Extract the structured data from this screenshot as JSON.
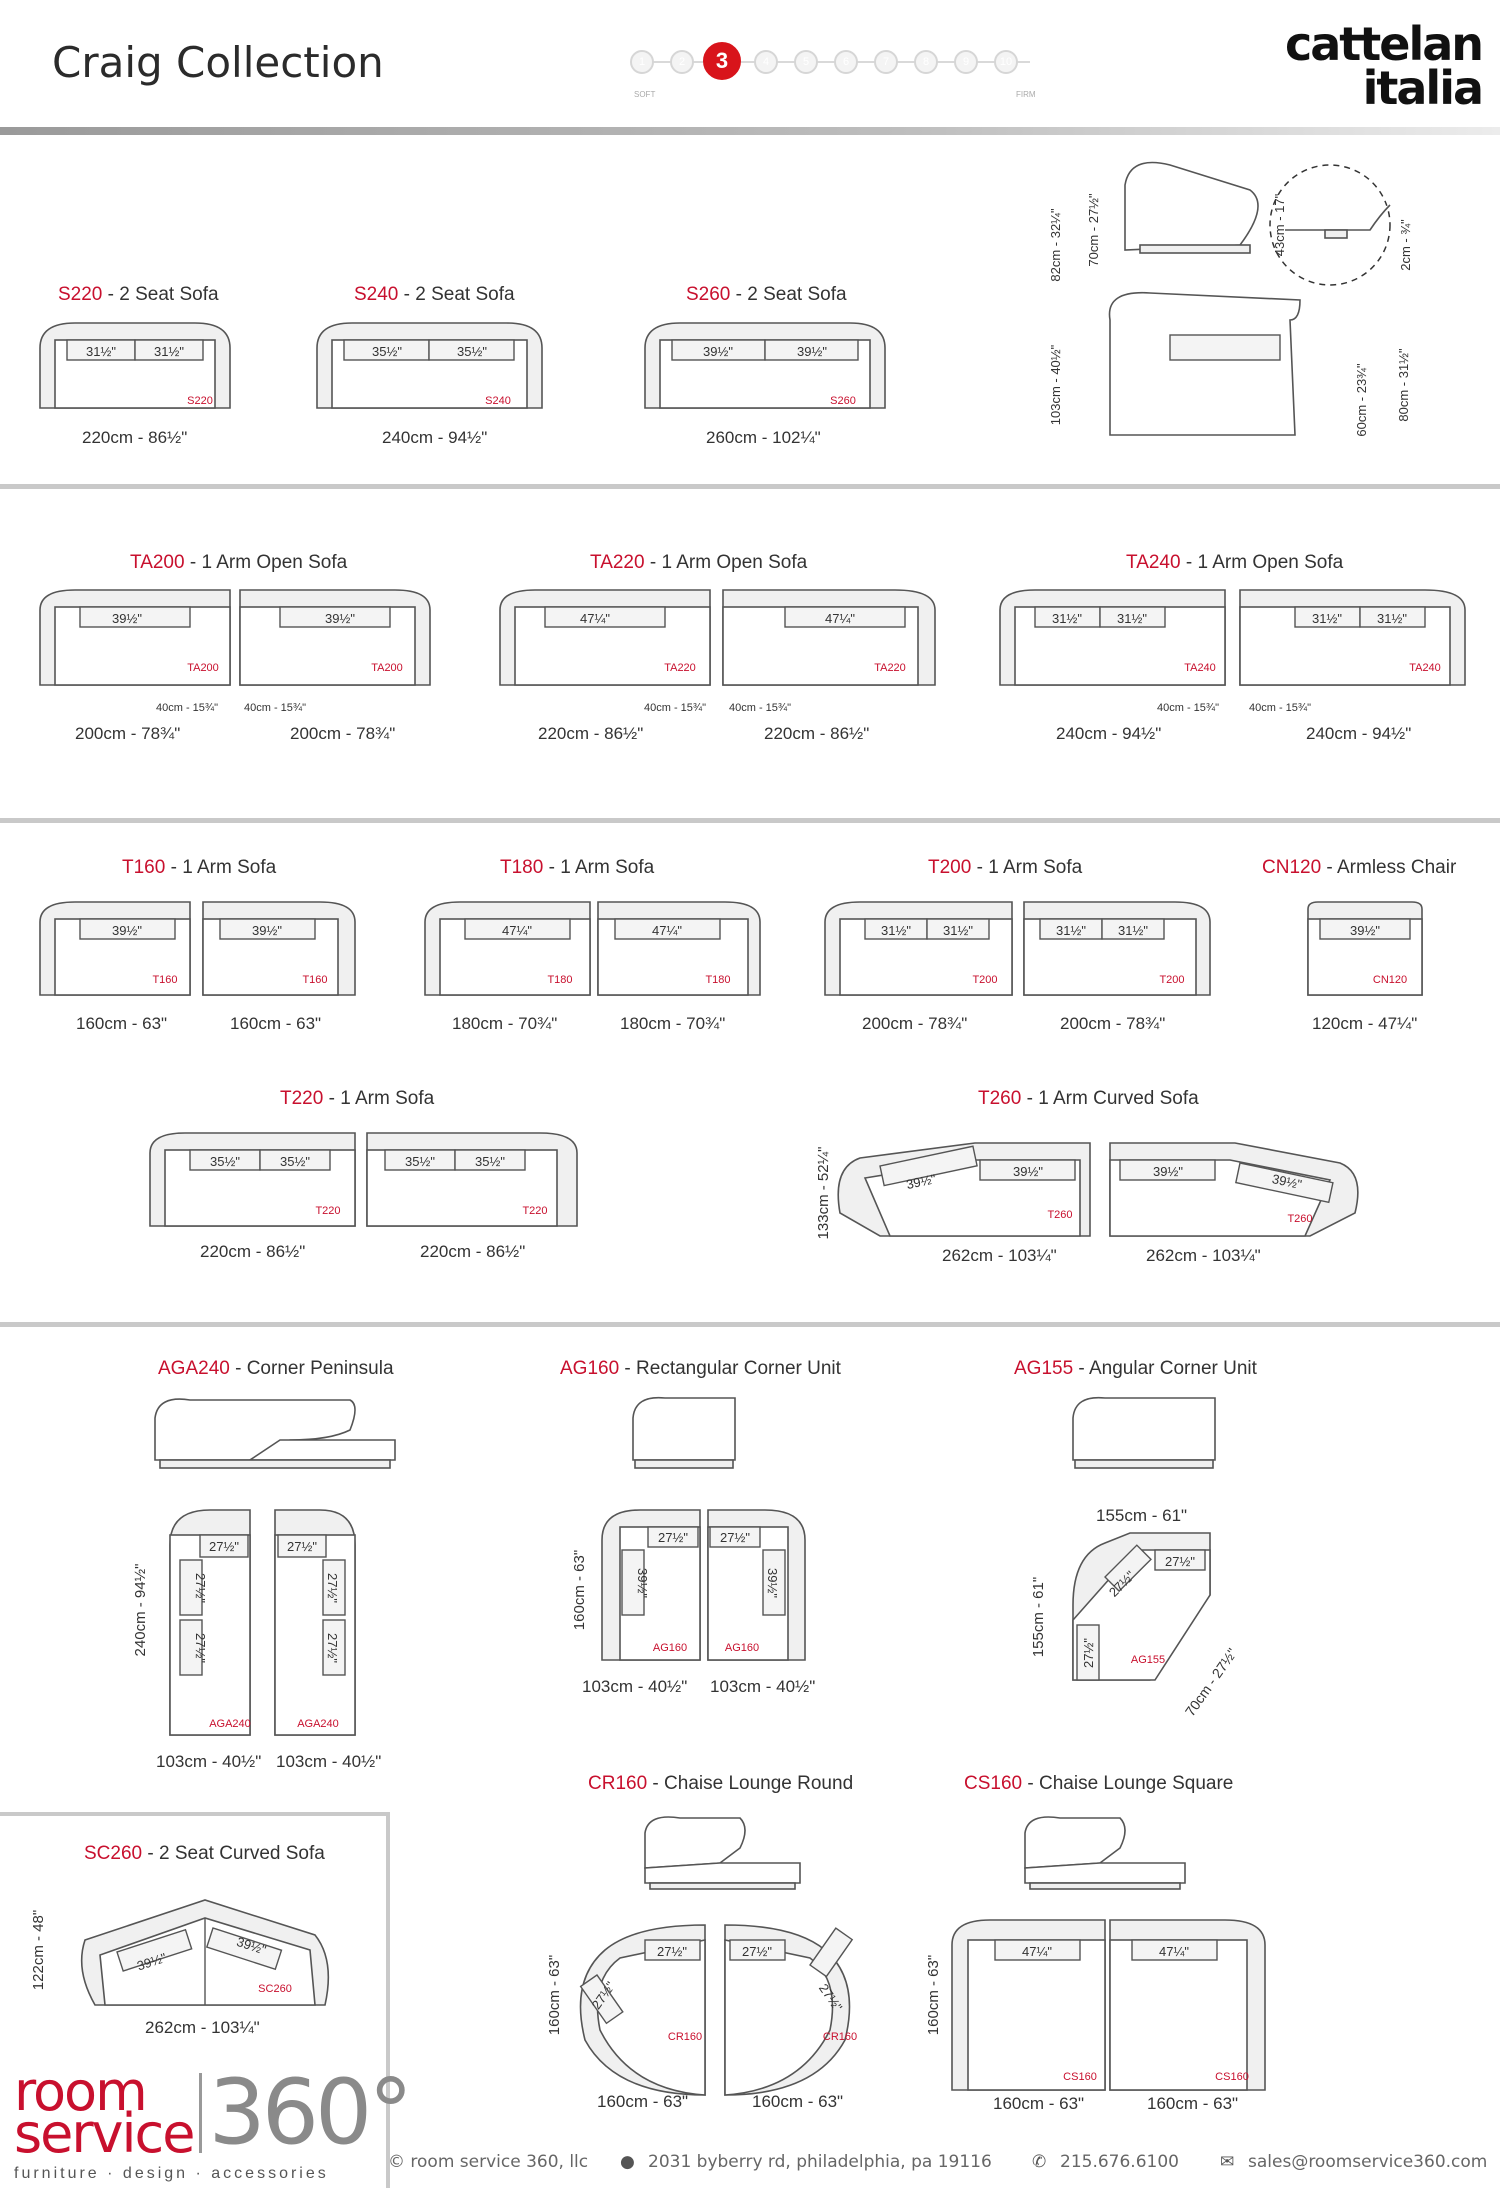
{
  "header": {
    "title": "Craig Collection",
    "brand_line1": "cattelan",
    "brand_line2": "italia",
    "firmness": {
      "levels": [
        "1",
        "2",
        "3",
        "4",
        "5",
        "6",
        "7",
        "8",
        "9",
        "10"
      ],
      "selected": "3",
      "soft_label": "SOFT",
      "firm_label": "FIRM"
    }
  },
  "side_views": {
    "height_total": "82cm - 32¼\"",
    "height_back": "70cm - 27½\"",
    "seat_height": "43cm - 17\"",
    "foot": "2cm - ¾\"",
    "depth": "103cm - 40½\"",
    "seat_depth": "60cm - 23¾\"",
    "depth2": "80cm - 31½\""
  },
  "sections": {
    "two_seat": [
      {
        "code": "S220",
        "name": " - 2 Seat Sofa",
        "cushions": [
          "31½\"",
          "31½\""
        ],
        "dim": "220cm - 86½\""
      },
      {
        "code": "S240",
        "name": " - 2 Seat Sofa",
        "cushions": [
          "35½\"",
          "35½\""
        ],
        "dim": "240cm - 94½\""
      },
      {
        "code": "S260",
        "name": " - 2 Seat Sofa",
        "cushions": [
          "39½\"",
          "39½\""
        ],
        "dim": "260cm - 102¼\""
      }
    ],
    "open_sofa": [
      {
        "code": "TA200",
        "name": " - 1 Arm Open Sofa",
        "cushions": [
          "39½\""
        ],
        "dim": "200cm - 78¾\"",
        "overhang": "40cm - 15¾\""
      },
      {
        "code": "TA220",
        "name": " - 1 Arm Open Sofa",
        "cushions": [
          "47¼\""
        ],
        "dim": "220cm - 86½\"",
        "overhang": "40cm - 15¾\""
      },
      {
        "code": "TA240",
        "name": " - 1 Arm Open Sofa",
        "cushions": [
          "31½\"",
          "31½\""
        ],
        "dim": "240cm - 94½\"",
        "overhang": "40cm - 15¾\""
      }
    ],
    "arm_sofa": [
      {
        "code": "T160",
        "name": " - 1 Arm Sofa",
        "cushions": [
          "39½\""
        ],
        "dim": "160cm - 63\""
      },
      {
        "code": "T180",
        "name": " - 1 Arm Sofa",
        "cushions": [
          "47¼\""
        ],
        "dim": "180cm - 70¾\""
      },
      {
        "code": "T200",
        "name": " - 1 Arm Sofa",
        "cushions": [
          "31½\"",
          "31½\""
        ],
        "dim": "200cm - 78¾\""
      },
      {
        "code": "CN120",
        "name": " - Armless Chair",
        "cushions": [
          "39½\""
        ],
        "dim": "120cm - 47¼\""
      },
      {
        "code": "T220",
        "name": " - 1 Arm Sofa",
        "cushions": [
          "35½\"",
          "35½\""
        ],
        "dim": "220cm - 86½\""
      },
      {
        "code": "T260",
        "name": " - 1 Arm Curved Sofa",
        "cushions": [
          "39½\"",
          "39½\""
        ],
        "dim": "262cm - 103¼\"",
        "height": "133cm - 52¼\""
      }
    ],
    "corner": [
      {
        "code": "AGA240",
        "name": " - Corner Peninsula",
        "cushion": "27½\"",
        "height": "240cm - 94½\"",
        "dim": "103cm - 40½\""
      },
      {
        "code": "AG160",
        "name": " - Rectangular Corner Unit",
        "cushion": "27½\"",
        "side_cushion": "39½\"",
        "height": "160cm - 63\"",
        "dim": "103cm - 40½\""
      },
      {
        "code": "AG155",
        "name": " - Angular Corner Unit",
        "cushion": "27½\"",
        "width": "155cm - 61\"",
        "height": "155cm - 61\"",
        "diag": "70cm - 27½\""
      },
      {
        "code": "SC260",
        "name": " - 2 Seat Curved Sofa",
        "cushion": "39½\"",
        "height": "122cm - 48\"",
        "dim": "262cm - 103¼\""
      },
      {
        "code": "CR160",
        "name": " - Chaise Lounge Round",
        "cushion": "27½\"",
        "height": "160cm - 63\"",
        "dim": "160cm - 63\""
      },
      {
        "code": "CS160",
        "name": " - Chaise Lounge Square",
        "cushion": "47¼\"",
        "height": "160cm - 63\"",
        "dim": "160cm - 63\""
      }
    ]
  },
  "footer": {
    "room": "room",
    "service": "service",
    "three_sixty": "360°",
    "tagline": "furniture  ·  design  ·  accessories",
    "copyright": "© room service 360, llc",
    "address": "2031 byberry rd, philadelphia, pa 19116",
    "phone": "215.676.6100",
    "email": "sales@roomservice360.com"
  }
}
